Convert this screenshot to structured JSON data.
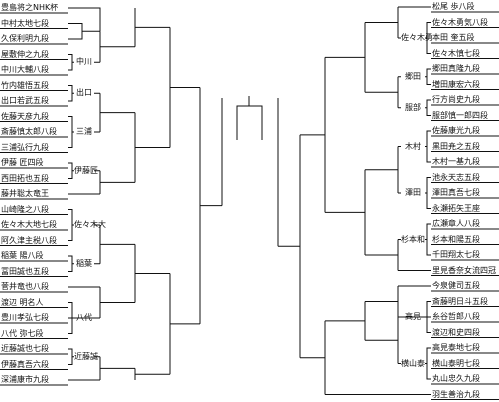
{
  "left_players": [
    "豊島将之NHK杯",
    "中村太地七段",
    "久保利明九段",
    "屋敷伸之九段",
    "中川大輔八段",
    "竹内雄悟五段",
    "出口若武五段",
    "佐藤天彦九段",
    "斎藤慎太郎八段",
    "三浦弘行九段",
    "伊藤 匠四段",
    "西田拓也五段",
    "藤井聡太竜王",
    "山崎隆之八段",
    "佐々木大地七段",
    "阿久津主税八段",
    "稲葉 陽八段",
    "冨田誠也五段",
    "菅井竜也八段",
    "渡辺 明名人",
    "豊川孝弘七段",
    "八代 弥七段",
    "近藤誠也七段",
    "伊藤真吾六段",
    "深浦康市九段"
  ],
  "right_players": [
    "松尾 歩八段",
    "佐々木勇気八段",
    "本田 奎五段",
    "佐々木慎七段",
    "郷田真隆九段",
    "増田康宏六段",
    "行方尚史九段",
    "服部慎一郎四段",
    "佐藤康光九段",
    "黒田尭之五段",
    "木村一基九段",
    "池永天志五段",
    "澤田真吾七段",
    "永瀬拓矢王座",
    "広瀬章人八段",
    "杉本和陽五段",
    "千田翔太七段",
    "里見香奈女流四冠",
    "今泉健司五段",
    "斎藤明日斗五段",
    "糸谷哲郎八段",
    "渡辺和史四段",
    "高見泰地七段",
    "横山泰明七段",
    "丸山忠久九段",
    "羽生善治九段"
  ],
  "left_labels": [
    "中川",
    "出口",
    "三浦",
    "伊藤匠",
    "佐々木大",
    "稲葉",
    "八代",
    "近藤誠"
  ],
  "right_labels": [
    "佐々木勇",
    "郷田",
    "服部",
    "木村",
    "澤田",
    "杉本和",
    "高見",
    "横山泰"
  ]
}
